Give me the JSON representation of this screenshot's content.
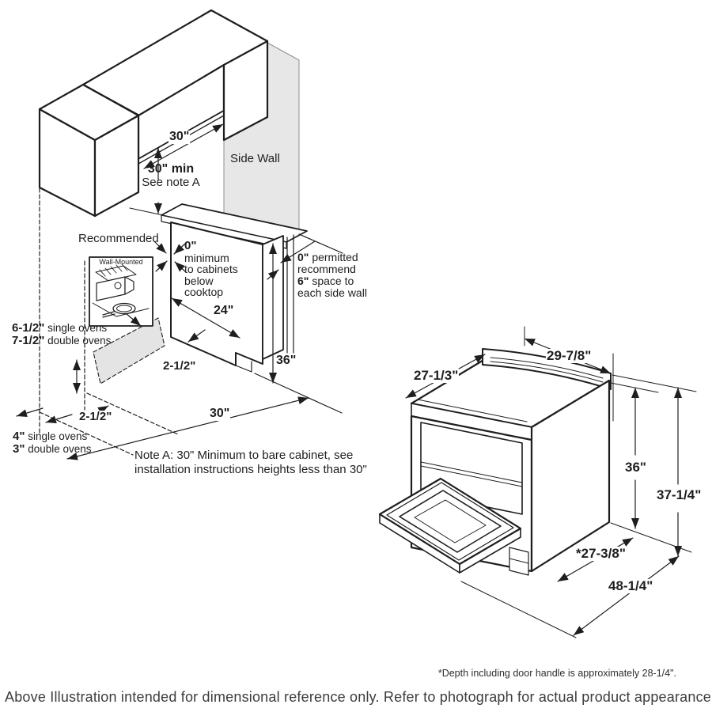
{
  "title": "Range installation dimensions diagram",
  "colors": {
    "line": "#1e1e1e",
    "wall_shade": "#e7e7e7",
    "floor_shade": "#e4e4e4",
    "caption": "#3c3c3c"
  },
  "installation": {
    "top_gap": "30\"",
    "min_clearance_bold": "30\" min",
    "min_clearance_note": "See note A",
    "side_wall": "Side Wall",
    "recommended": "Recommended",
    "wall_mounted": "Wall-Mounted",
    "zero_min": {
      "value": "0\"",
      "line1": "minimum",
      "line2": "to cabinets",
      "line3": "below",
      "line4": "cooktop"
    },
    "counter_depth": "24\"",
    "side_gap": {
      "b1": "0\"",
      "r1": " permitted",
      "l2": "recommend",
      "b3": "6\"",
      "r3": " space to",
      "l4": "each side wall"
    },
    "oven_clearance_top": {
      "b1": "6-1/2\"",
      "r1": " single ovens",
      "b2": "7-1/2\"",
      "r2": " double ovens"
    },
    "strip_left": "2-1/2\"",
    "strip_right": "2-1/2\"",
    "counter_height": "36\"",
    "opening_width": "30\"",
    "oven_clearance_bottom": {
      "b1": "4\"",
      "r1": " single ovens",
      "b2": "3\"",
      "r2": " double ovens"
    },
    "note_line1": "Note A: 30\" Minimum to bare cabinet, see",
    "note_line2": "installation instructions heights less than 30\""
  },
  "range": {
    "depth_body": "27-1/3\"",
    "width": "29-7/8\"",
    "height_cooktop": "36\"",
    "height_backsplash": "37-1/4\"",
    "depth_no_handle": "*27-3/8\"",
    "depth_door_open": "48-1/4\""
  },
  "footnote": "*Depth including door handle is approximately 28-1/4\".",
  "caption": "Above Illustration intended for dimensional reference only. Refer to photograph for actual product appearance."
}
